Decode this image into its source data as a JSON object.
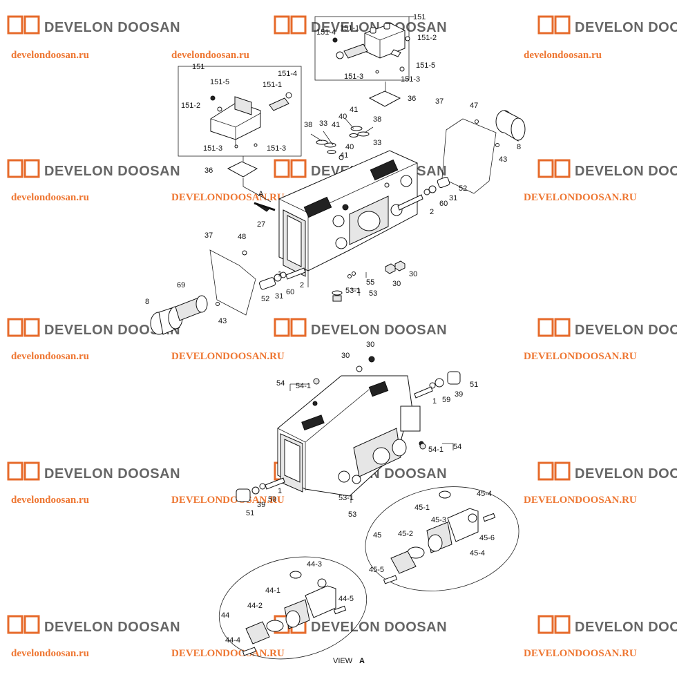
{
  "view_caption": {
    "word": "VIEW",
    "letter": "A"
  },
  "arrow_label": "A",
  "watermark": {
    "brand": "DEVELON DOOSAN",
    "url_lower": "develondoosan.ru",
    "url_upper": "DEVELONDOOSAN.RU"
  },
  "colors": {
    "url": "#ee7733",
    "logo": "#666666"
  },
  "labels": {
    "l151_top": "151",
    "l151_4a": "151-4",
    "l151_1a": "151-1",
    "l151_2a": "151-2",
    "l151_5a": "151-5",
    "l151_3a": "151-3",
    "l151_3b": "151-3",
    "l36a": "36",
    "l151_left": "151",
    "l151_5b": "151-5",
    "l151_4b": "151-4",
    "l151_1b": "151-1",
    "l151_2b": "151-2",
    "l151_3c": "151-3",
    "l151_3d": "151-3",
    "l36b": "36",
    "l37a": "37",
    "l47": "47",
    "l8a": "8",
    "l43a": "43",
    "l41a": "41",
    "l40a": "40",
    "l38a": "38",
    "l33a": "33",
    "l41b": "41",
    "l38b": "38",
    "l40b": "40",
    "l33b": "33",
    "l41c": "41",
    "l52a": "52",
    "l31a": "31",
    "l60a": "60",
    "l2a": "2",
    "l27": "27",
    "l48": "48",
    "l37b": "37",
    "l30a": "30",
    "l30b": "30",
    "l55": "55",
    "l53_1a": "53-1",
    "l53a": "53",
    "l52b": "52",
    "l31b": "31",
    "l60b": "60",
    "l2b": "2",
    "l1a": "1",
    "l69": "69",
    "l8b": "8",
    "l43b": "43",
    "l30c": "30",
    "l30d": "30",
    "l54a": "54",
    "l54_1a": "54-1",
    "l51a": "51",
    "l1b": "1",
    "l59a": "59",
    "l39a": "39",
    "l54b": "54",
    "l54_1b": "54-1",
    "l51b": "51",
    "l39b": "39",
    "l59b": "59",
    "l1c": "1",
    "l53_1b": "53-1",
    "l53b": "53",
    "l45_4a": "45-4",
    "l45_1": "45-1",
    "l45_3": "45-3",
    "l45": "45",
    "l45_2": "45-2",
    "l45_6": "45-6",
    "l45_4b": "45-4",
    "l45_5": "45-5",
    "l44_3": "44-3",
    "l44_1": "44-1",
    "l44_5": "44-5",
    "l44": "44",
    "l44_2": "44-2",
    "l44_4": "44-4"
  }
}
